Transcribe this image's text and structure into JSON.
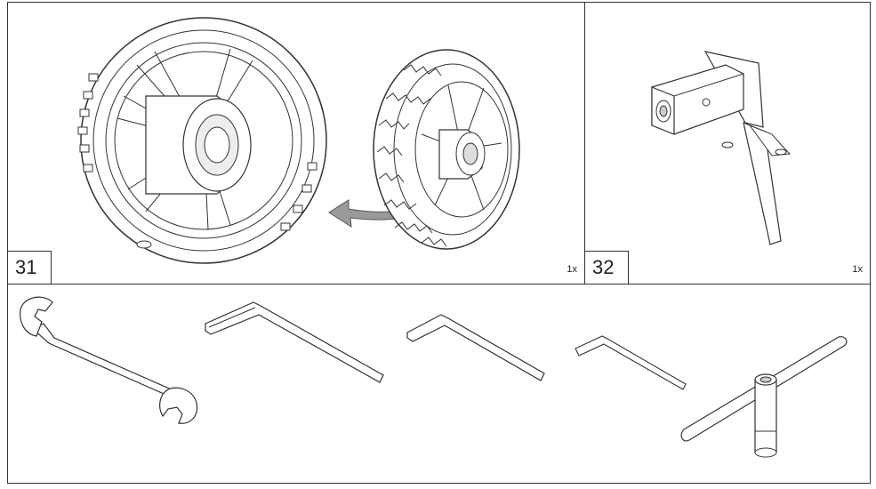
{
  "steps": [
    {
      "number": "31",
      "quantity": "1x",
      "part": "wheel-icon"
    },
    {
      "number": "32",
      "quantity": "1x",
      "part": "bracket-icon"
    }
  ],
  "tools": [
    "open-end-wrench-icon",
    "hex-key-large-icon",
    "hex-key-medium-icon",
    "hex-key-small-icon",
    "t-socket-wrench-icon"
  ],
  "colors": {
    "line": "#333333",
    "fill": "#ffffff",
    "shade": "#d9d9d9",
    "arrow": "#8a8a8a"
  }
}
